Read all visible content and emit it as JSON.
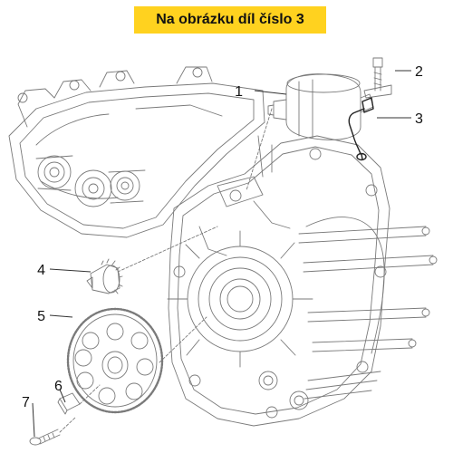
{
  "title": "Na obrázku díl číslo 3",
  "colors": {
    "banner": "#FFD21F",
    "line_art": "#7a7a7a",
    "highlight_part": "#222222",
    "text": "#111111",
    "background": "#ffffff"
  },
  "callouts": [
    {
      "id": "c1",
      "label": "1"
    },
    {
      "id": "c2",
      "label": "2"
    },
    {
      "id": "c3",
      "label": "3"
    },
    {
      "id": "c4",
      "label": "4"
    },
    {
      "id": "c5",
      "label": "5"
    },
    {
      "id": "c6",
      "label": "6"
    },
    {
      "id": "c7",
      "label": "7"
    }
  ]
}
